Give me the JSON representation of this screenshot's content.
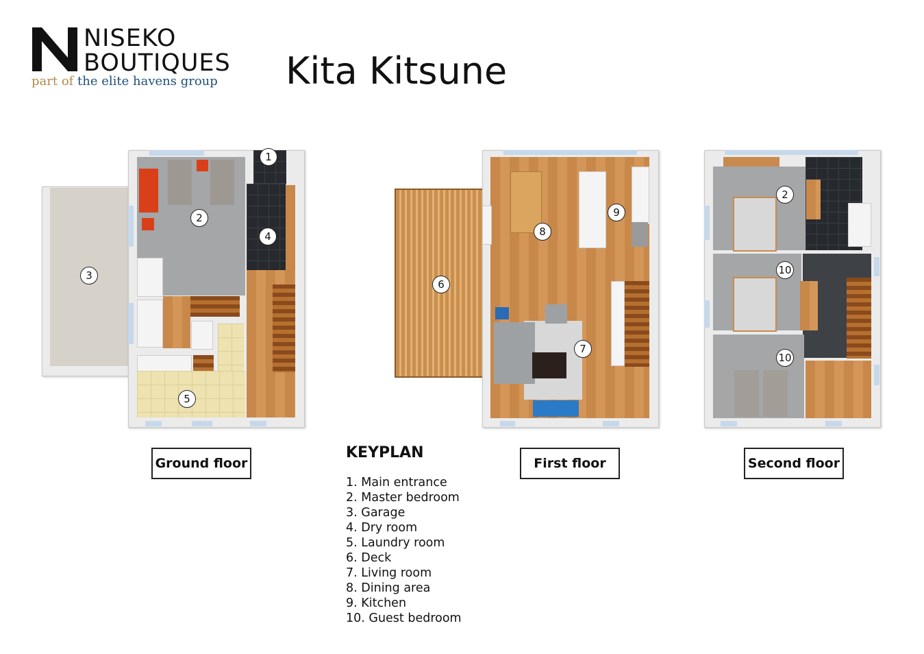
{
  "logo": {
    "line1": "NISEKO",
    "line2": "BOUTIQUES",
    "tag_part1": "part of",
    "tag_part2": "the elite havens group"
  },
  "title": "Kita Kitsune",
  "floors": [
    {
      "label": "Ground floor",
      "markers": [
        "1",
        "2",
        "3",
        "4",
        "5"
      ]
    },
    {
      "label": "First floor",
      "markers": [
        "6",
        "7",
        "8",
        "9"
      ]
    },
    {
      "label": "Second floor",
      "markers": [
        "2",
        "10",
        "10"
      ]
    }
  ],
  "keyplan": {
    "heading": "KEYPLAN",
    "items": [
      "1. Main entrance",
      "2. Master bedroom",
      "3. Garage",
      "4. Dry room",
      "5. Laundry room",
      "6. Deck",
      "7. Living room",
      "8. Dining area",
      "9. Kitchen",
      "10. Guest bedroom"
    ]
  }
}
